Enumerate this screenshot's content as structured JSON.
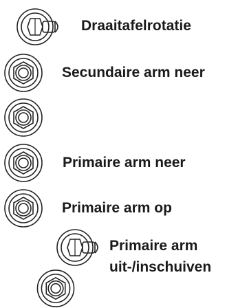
{
  "fittings": [
    {
      "id": "f1",
      "view": "side",
      "label": "Draaitafelrotatie"
    },
    {
      "id": "f2",
      "view": "front",
      "label": "Secundaire arm neer"
    },
    {
      "id": "f3",
      "view": "front",
      "label": ""
    },
    {
      "id": "f4",
      "view": "front",
      "label": "Primaire arm neer"
    },
    {
      "id": "f5",
      "view": "front",
      "label": "Primaire arm op"
    },
    {
      "id": "f6",
      "view": "side",
      "label_lines": [
        "Primaire arm",
        "uit-/inschuiven"
      ]
    },
    {
      "id": "f7",
      "view": "front",
      "label": ""
    }
  ]
}
